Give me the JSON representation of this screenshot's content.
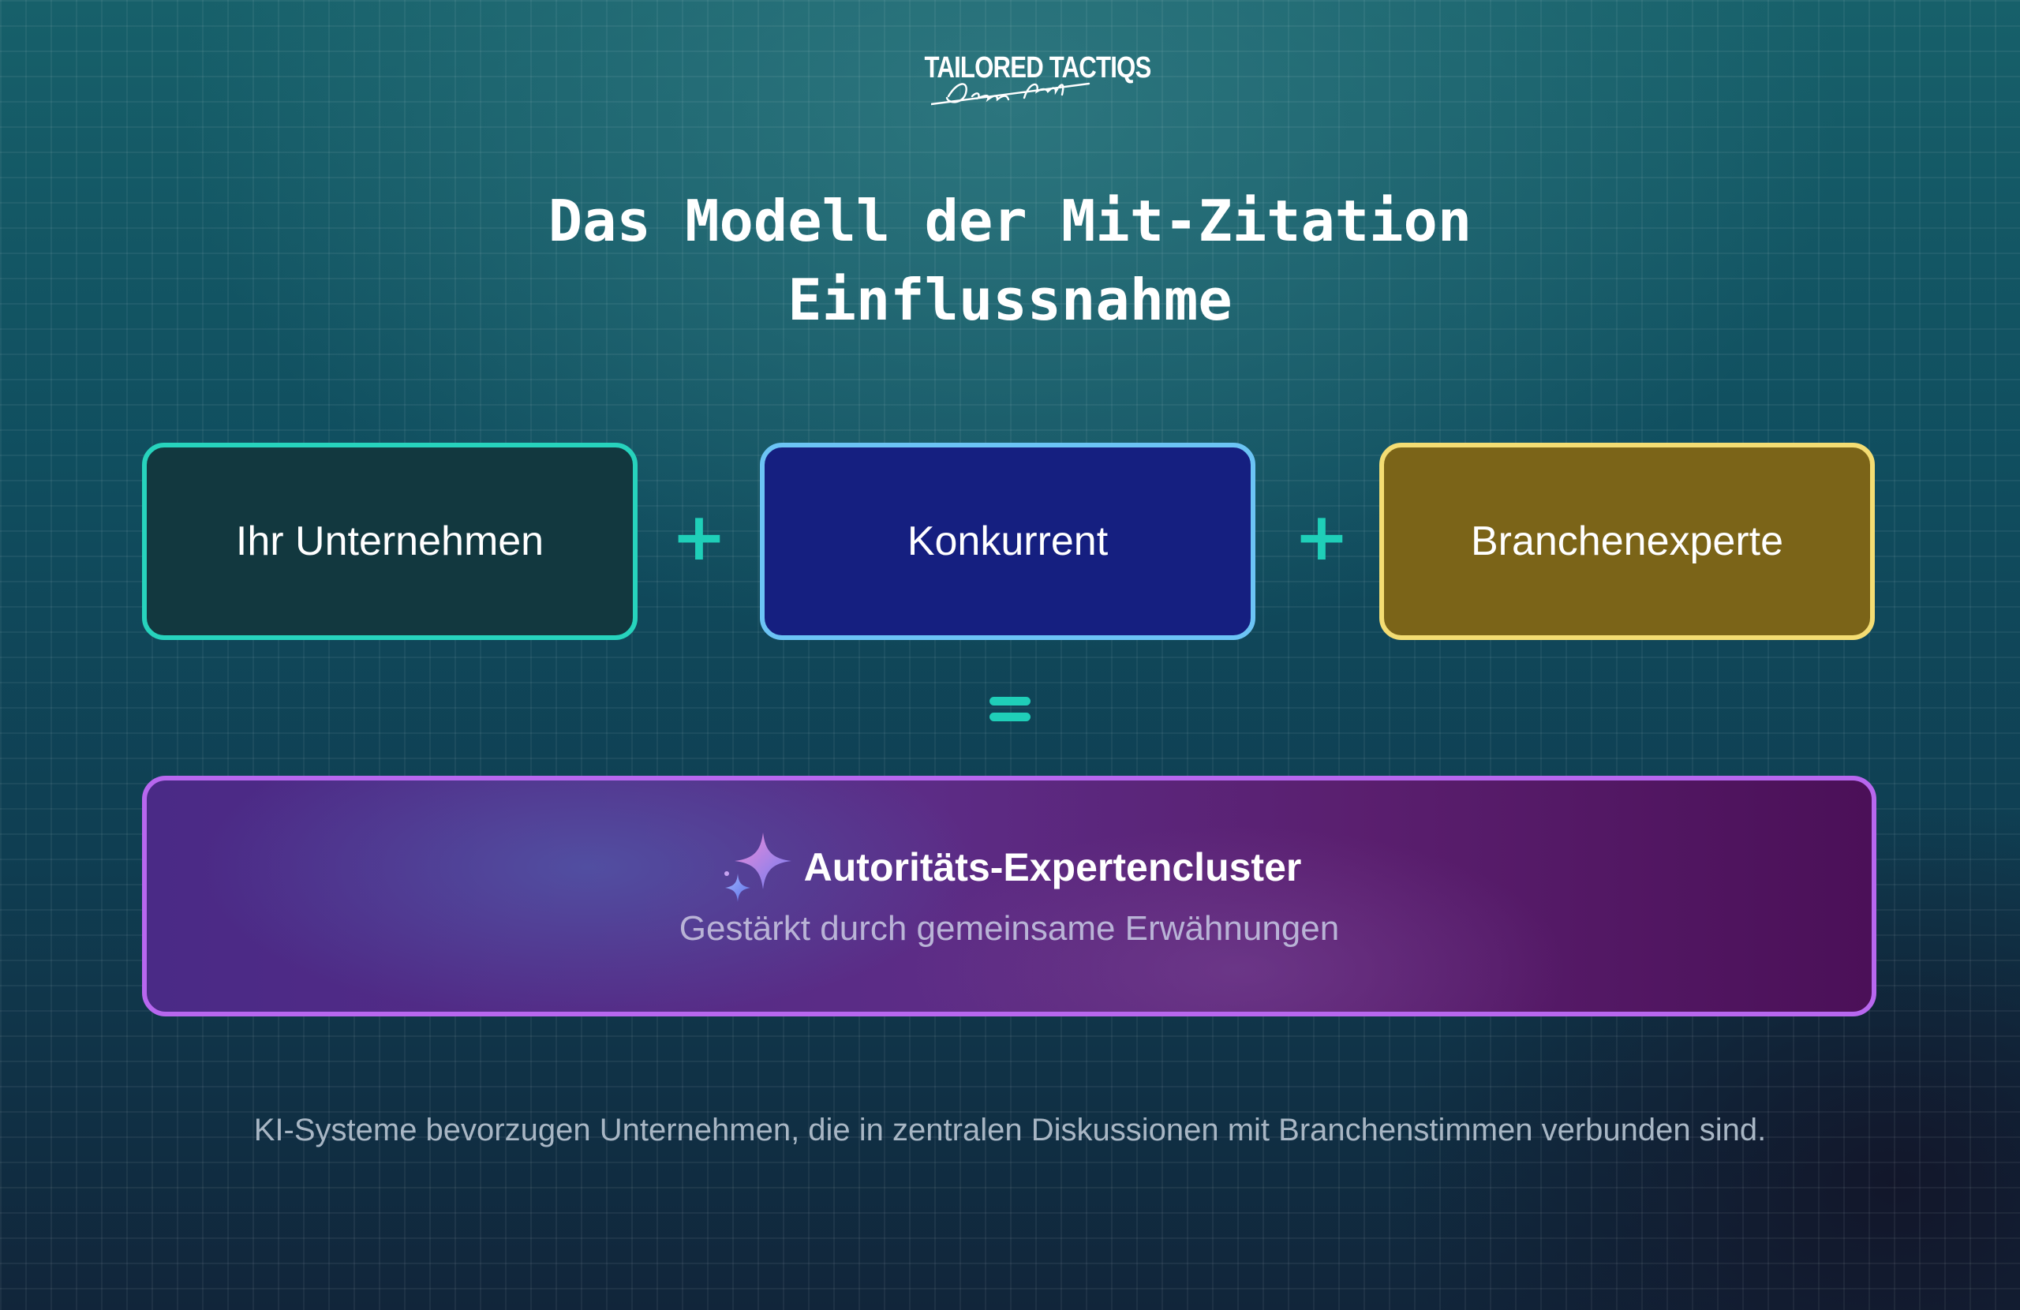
{
  "logo": {
    "wordmark": "TAILORED TACTIQS",
    "signature": "Dennis Rewert"
  },
  "title": {
    "line1": "Das Modell der Mit-Zitation",
    "line2": "Einflussnahme"
  },
  "equation": {
    "terms": [
      {
        "label": "Ihr Unternehmen",
        "fill": "#12383f",
        "border": "#27d3bd"
      },
      {
        "label": "Konkurrent",
        "fill": "#151f80",
        "border": "#6cc4f5"
      },
      {
        "label": "Branchenexperte",
        "fill": "#7b6418",
        "border": "#f4dd73"
      }
    ],
    "plus_symbol": "+",
    "operator_color": "#1fcfb8"
  },
  "result": {
    "title": "Autoritäts-Expertencluster",
    "subtitle": "Gestärkt durch gemeinsame Erwähnungen",
    "icon": "sparkle-icon",
    "border": "#b867ef"
  },
  "footnote": "KI-Systeme bevorzugen Unternehmen, die in zentralen Diskussionen mit Branchenstimmen verbunden sind."
}
